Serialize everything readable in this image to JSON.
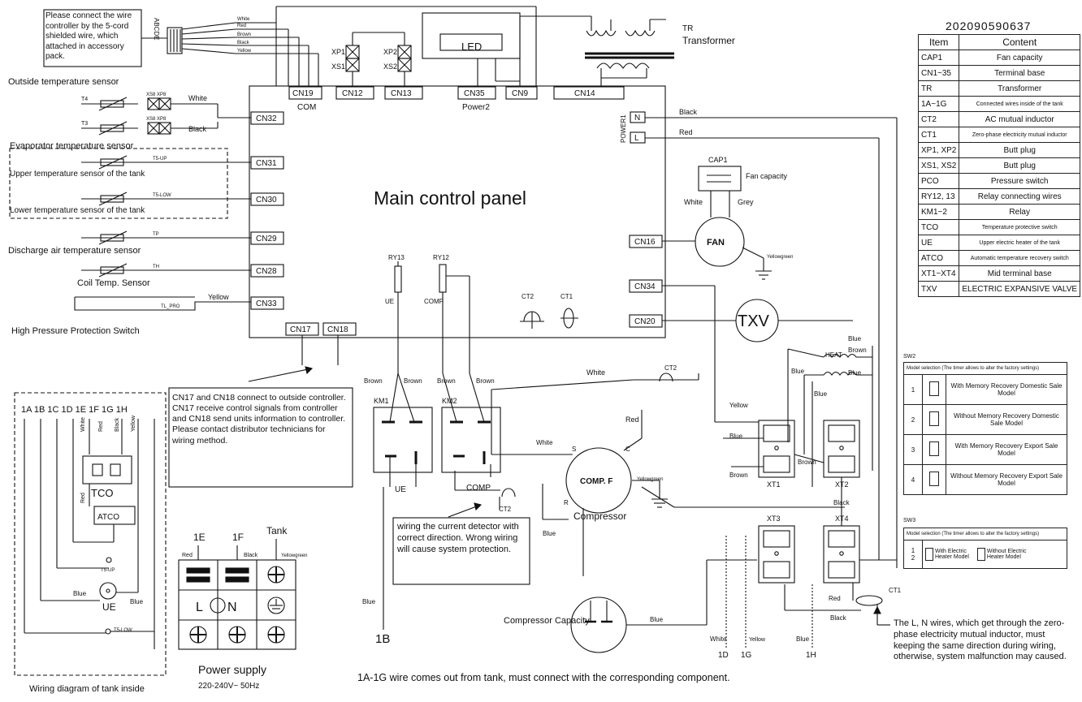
{
  "doc_number": "202090590637",
  "notes": {
    "wire_controller": "Please connect the wire controller by the 5-cord shielded wire, which attached in accessory pack.",
    "cn17_cn18": "CN17 and CN18 connect to outside controller. CN17 receive control signals from controller and CN18 send units information to controller. Please contact distributor technicians for wiring method.",
    "current_detector": "wiring the current detector with correct direction. Wrong wiring will cause system protection.",
    "ln_wires": "The L, N wires, which get through the zero-phase electricity mutual inductor, must keeping the same direction during wiring, otherwise, system malfunction may caused.",
    "bottom": "1A-1G wire comes out from tank, must connect with the corresponding component."
  },
  "main_panel": {
    "title": "Main control panel"
  },
  "connectors": {
    "cn19": "CN19",
    "com": "COM",
    "cn12": "CN12",
    "cn13": "CN13",
    "cn35": "CN35",
    "power2": "Power2",
    "cn9": "CN9",
    "cn14": "CN14",
    "cn32": "CN32",
    "cn31": "CN31",
    "cn30": "CN30",
    "cn29": "CN29",
    "cn28": "CN28",
    "cn33": "CN33",
    "cn17": "CN17",
    "cn18": "CN18",
    "cn16": "CN16",
    "cn34": "CN34",
    "cn20": "CN20",
    "power1": "POWER1",
    "n": "N",
    "l": "L"
  },
  "labels": {
    "led": "LED",
    "xp1": "XP1",
    "xs1": "XS1",
    "xp2": "XP2",
    "xs2": "XS2",
    "abcde": "ABCDE",
    "tr": "TR",
    "transformer": "Transformer",
    "outside_sensor": "Outside temperature sensor",
    "t4": "T4",
    "t3": "T3",
    "xs8xp8_a": "XS8 XP8",
    "xs8xp8_b": "XS8 XP8",
    "evap_sensor": "Evaporator temperature sensor",
    "upper_sensor": "Upper temperature sensor of the tank",
    "lower_sensor": "Lower temperature sensor of the tank",
    "t5up": "T5-UP",
    "t5low": "T5-LOW",
    "discharge_sensor": "Discharge air temperature sensor",
    "tp": "TP",
    "th": "TH",
    "coil_sensor": "Coil Temp. Sensor",
    "hp_switch": "High Pressure Protection Switch",
    "tl_pro": "TL_PRO",
    "cap1": "CAP1",
    "fan_capacity": "Fan capacity",
    "fan": "FAN",
    "txv": "TXV",
    "ry13": "RY13",
    "ry12": "RY12",
    "ue": "UE",
    "comp": "COMP",
    "ct2": "CT2",
    "ct1": "CT1",
    "km1": "KM1",
    "km2": "KM2",
    "ue2": "UE",
    "comp2": "COMP",
    "ct2b": "CT2",
    "ct2c": "CT2",
    "compressor": "Compressor",
    "comp_f": "COMP. F",
    "s": "S",
    "c": "C",
    "r": "R",
    "compressor_capacity": "Compressor Capacity",
    "xt1": "XT1",
    "xt2": "XT2",
    "xt3": "XT3",
    "xt4": "XT4",
    "ct1b": "CT1",
    "heat": "HEAT",
    "b1": "1B",
    "d1": "1D",
    "g1": "1G",
    "h1": "1H",
    "tank_heads": "1A 1B 1C 1D 1E   1F 1G 1H",
    "tco": "TCO",
    "atco": "ATCO",
    "ue3": "UE",
    "tank_diagram": "Wiring diagram of tank inside",
    "t5up_b": "T5-UP",
    "t5low_b": "T5-LOW",
    "e1": "1E",
    "f1": "1F",
    "tank": "Tank",
    "l_ps": "L",
    "n_ps": "N",
    "power_supply": "Power supply",
    "voltage": "220-240V~ 50Hz"
  },
  "wire_colors": {
    "white": "White",
    "red": "Red",
    "brown": "Brown",
    "black": "Black",
    "yellow": "Yellow",
    "blue": "Blue",
    "grey": "Grey",
    "yellowgreen": "Yellowgreen"
  },
  "legend": {
    "header_item": "Item",
    "header_content": "Content",
    "rows": [
      [
        "CAP1",
        "Fan capacity"
      ],
      [
        "CN1~35",
        "Terminal base"
      ],
      [
        "TR",
        "Transformer"
      ],
      [
        "1A~1G",
        "Connected wires inside of the tank"
      ],
      [
        "CT2",
        "AC mutual inductor"
      ],
      [
        "CT1",
        "Zero-phase electricity mutual inductor"
      ],
      [
        "XP1, XP2",
        "Butt plug"
      ],
      [
        "XS1, XS2",
        "Butt plug"
      ],
      [
        "PCO",
        "Pressure switch"
      ],
      [
        "RY12, 13",
        "Relay connecting wires"
      ],
      [
        "KM1~2",
        "Relay"
      ],
      [
        "TCO",
        "Temperature protective switch"
      ],
      [
        "UE",
        "Upper electric heater of the tank"
      ],
      [
        "ATCO",
        "Automatic temperature recovery switch"
      ],
      [
        "XT1~XT4",
        "Mid terminal base"
      ],
      [
        "TXV",
        "ELECTRIC EXPANSIVE VALVE"
      ]
    ]
  },
  "sw2": {
    "label": "SW2",
    "header": "Model selection (The timer allows to alter the factory settings)",
    "rows": [
      [
        "1",
        "With Memory Recovery Domestic Sale Model"
      ],
      [
        "2",
        "Without Memory Recovery Domestic Sale Model"
      ],
      [
        "3",
        "With Memory Recovery Export Sale Model"
      ],
      [
        "4",
        "Without Memory Recovery Export Sale Model"
      ]
    ]
  },
  "sw3": {
    "label": "SW3",
    "header": "Model selection (The timer allows to alter the factory settings)",
    "row_num_a": "1",
    "row_num_b": "2",
    "opt1": "With Electric Heater Model",
    "opt2": "Without Electric Heater Model"
  }
}
